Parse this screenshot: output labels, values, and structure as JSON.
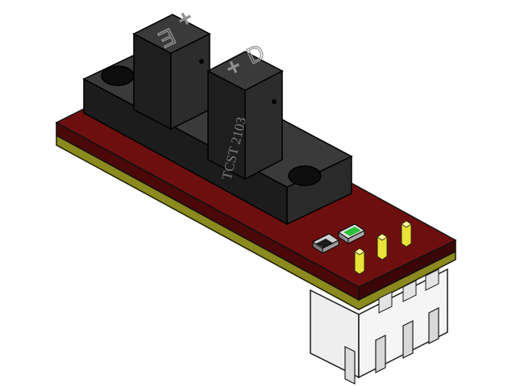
{
  "render": {
    "description_visible_text_only": true
  },
  "sensor": {
    "part_marking": "TCST 2103",
    "emitter_letter": "E",
    "detector_letter": "D",
    "emitter_plus": "+",
    "detector_plus": "+"
  },
  "colors": {
    "background": "#ffffff",
    "pcb_top": "#6e0f0f",
    "pcb_edge": "#4a0808",
    "pcb_underside": "#8a8a1e",
    "sensor_body": "#262626",
    "sensor_face": "#3a3a3a",
    "pin_gold": "#e8e23a",
    "led_green": "#2bbf3a",
    "connector_white": "#f0f0f0"
  }
}
